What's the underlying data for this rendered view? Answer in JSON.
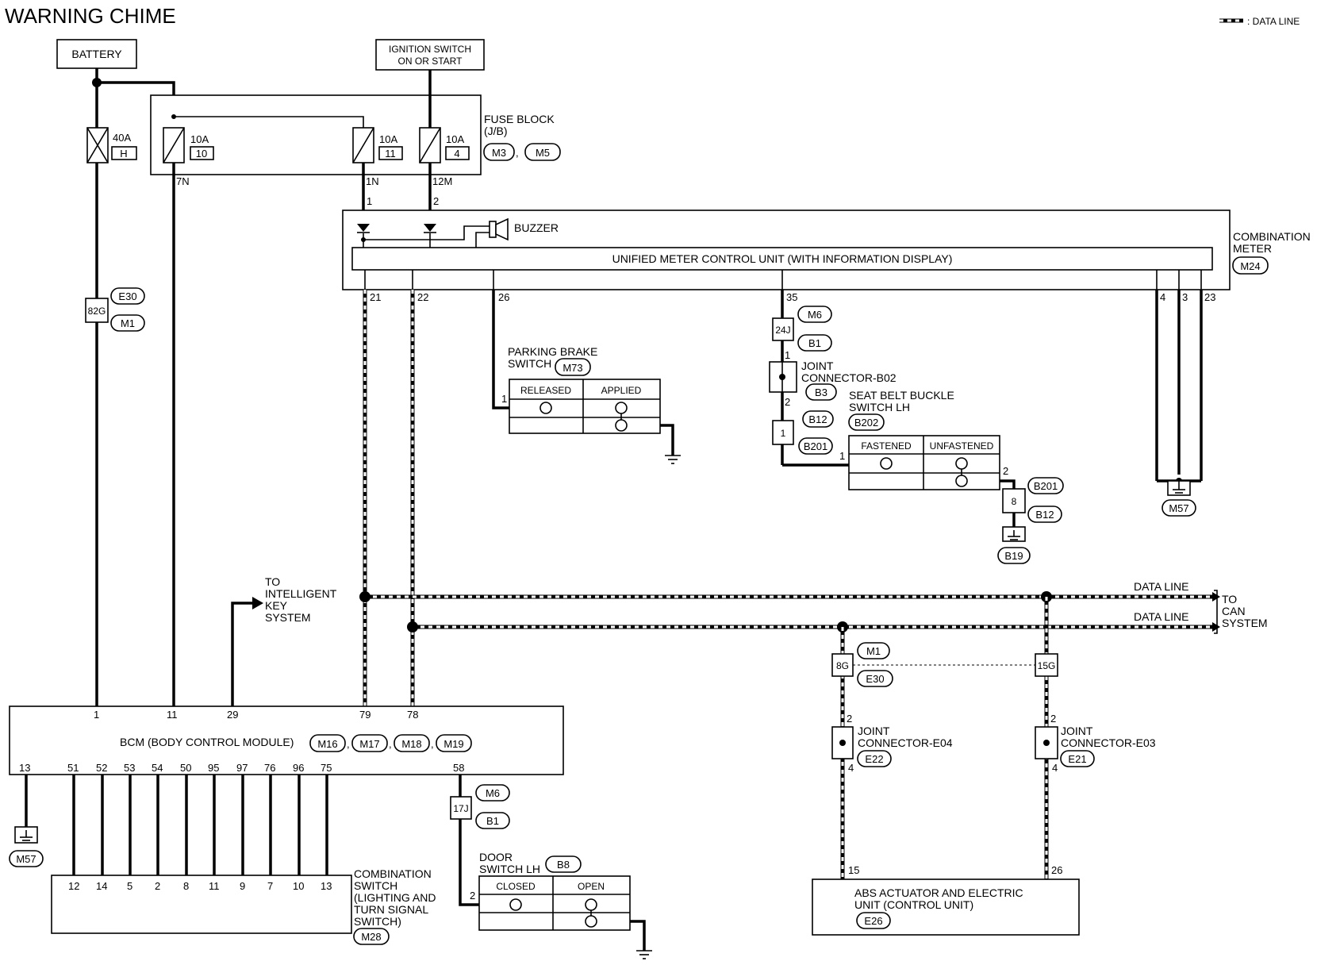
{
  "title": "WARNING CHIME",
  "legend": {
    "label": ": DATA LINE"
  },
  "battery": "BATTERY",
  "ignition": {
    "line1": "IGNITION SWITCH",
    "line2": "ON OR START"
  },
  "fuse_block": {
    "label1": "FUSE BLOCK",
    "label2": "(J/B)",
    "connectors": [
      "M3",
      "M5"
    ],
    "fuses": [
      {
        "amp": "40A",
        "id": "H"
      },
      {
        "amp": "10A",
        "id": "10"
      },
      {
        "amp": "10A",
        "id": "11"
      },
      {
        "amp": "10A",
        "id": "4"
      }
    ],
    "terminals": [
      "7N",
      "1N",
      "12M"
    ]
  },
  "combination_meter": {
    "label1": "COMBINATION",
    "label2": "METER",
    "connector": "M24",
    "unit": "UNIFIED METER CONTROL UNIT (WITH INFORMATION DISPLAY)",
    "buzzer": "BUZZER",
    "pins_top": [
      "1",
      "2"
    ],
    "pins_bottom": [
      "21",
      "22",
      "26",
      "35",
      "4",
      "3",
      "23"
    ]
  },
  "inline_82g": {
    "pin": "82G",
    "connectors": [
      "E30",
      "M1"
    ]
  },
  "parking_brake": {
    "line1": "PARKING BRAKE",
    "line2": "SWITCH",
    "connector": "M73",
    "pin": "1",
    "states": [
      "RELEASED",
      "APPLIED"
    ]
  },
  "pin35_chain": {
    "inline": {
      "pin": "24J",
      "connectors": [
        "M6",
        "B1"
      ]
    },
    "joint": {
      "line1": "JOINT",
      "line2": "CONNECTOR-B02",
      "connector": "B3",
      "pins": [
        "1",
        "2"
      ]
    },
    "inline2": {
      "pin": "1",
      "connectors": [
        "B12",
        "B201"
      ]
    }
  },
  "seat_belt": {
    "line1": "SEAT BELT BUCKLE",
    "line2": "SWITCH LH",
    "connector": "B202",
    "pins": [
      "1",
      "2"
    ],
    "states": [
      "FASTENED",
      "UNFASTENED"
    ],
    "inline": {
      "pin": "8",
      "connectors": [
        "B201",
        "B12"
      ]
    },
    "ground": "B19"
  },
  "meter_ground": "M57",
  "intelligent_key": {
    "lines": [
      "TO",
      "INTELLIGENT",
      "KEY",
      "SYSTEM"
    ]
  },
  "data_lines": [
    "DATA LINE",
    "DATA LINE"
  ],
  "can": {
    "lines": [
      "TO",
      "CAN",
      "SYSTEM"
    ]
  },
  "bcm": {
    "label": "BCM (BODY CONTROL MODULE)",
    "connectors": [
      "M16",
      "M17",
      "M18",
      "M19"
    ],
    "top_pins": [
      "1",
      "11",
      "29",
      "79",
      "78"
    ],
    "bottom_pins": [
      "13",
      "51",
      "52",
      "53",
      "54",
      "50",
      "95",
      "97",
      "76",
      "96",
      "75",
      "58"
    ]
  },
  "bcm_ground": "M57",
  "combination_switch": {
    "lines": [
      "COMBINATION",
      "SWITCH",
      "(LIGHTING AND",
      "TURN SIGNAL",
      "SWITCH)"
    ],
    "connector": "M28",
    "pins": [
      "12",
      "14",
      "5",
      "2",
      "8",
      "11",
      "9",
      "7",
      "10",
      "13"
    ]
  },
  "pin58_inline": {
    "pin": "17J",
    "connectors": [
      "M6",
      "B1"
    ]
  },
  "door_switch": {
    "line1": "DOOR",
    "line2": "SWITCH LH",
    "connector": "B8",
    "pin": "2",
    "states": [
      "CLOSED",
      "OPEN"
    ]
  },
  "can_inline": {
    "pins": [
      "8G",
      "15G"
    ],
    "connectors": [
      "M1",
      "E30"
    ]
  },
  "joint_e04": {
    "line1": "JOINT",
    "line2": "CONNECTOR-E04",
    "connector": "E22",
    "pins": [
      "2",
      "4"
    ]
  },
  "joint_e03": {
    "line1": "JOINT",
    "line2": "CONNECTOR-E03",
    "connector": "E21",
    "pins": [
      "2",
      "4"
    ]
  },
  "abs": {
    "line1": "ABS ACTUATOR AND ELECTRIC",
    "line2": "UNIT (CONTROL UNIT)",
    "connector": "E26",
    "pins": [
      "15",
      "26"
    ]
  }
}
